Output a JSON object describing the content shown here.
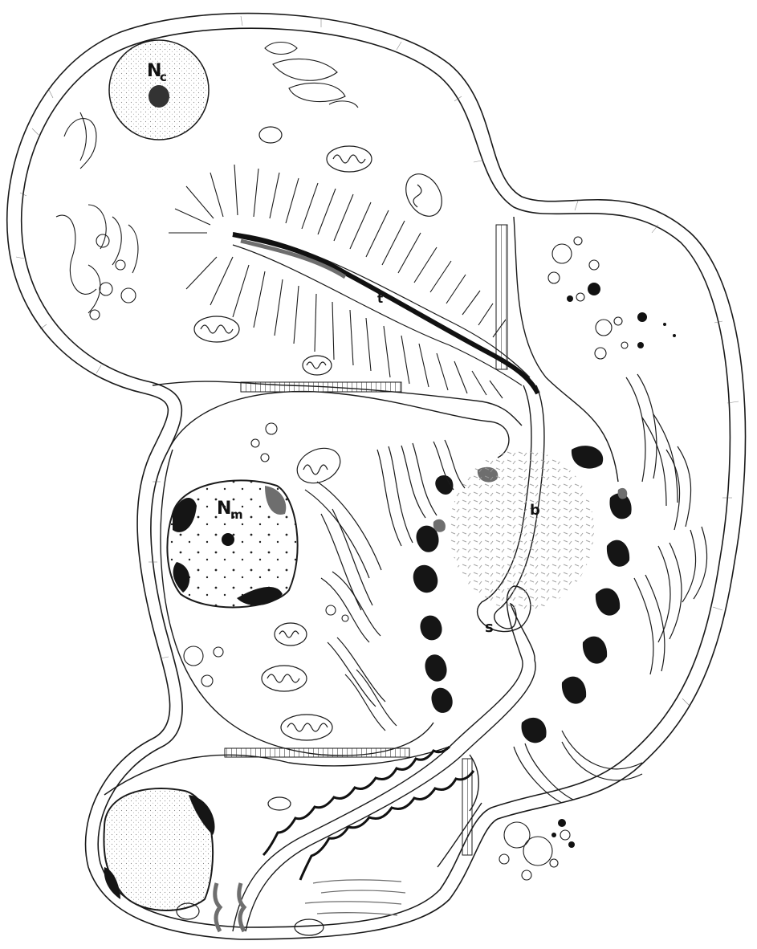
{
  "labels": {
    "nc": {
      "main": "N",
      "sub": "c"
    },
    "nm": {
      "main": "N",
      "sub": "m"
    },
    "t": "t",
    "b": "b",
    "s": "s"
  },
  "colors": {
    "ink": "#1a1a1a",
    "grey_mark": "#6e6e6e",
    "dark_mark": "#111111",
    "stipple": "#9a9a9a",
    "background": "#ffffff"
  }
}
